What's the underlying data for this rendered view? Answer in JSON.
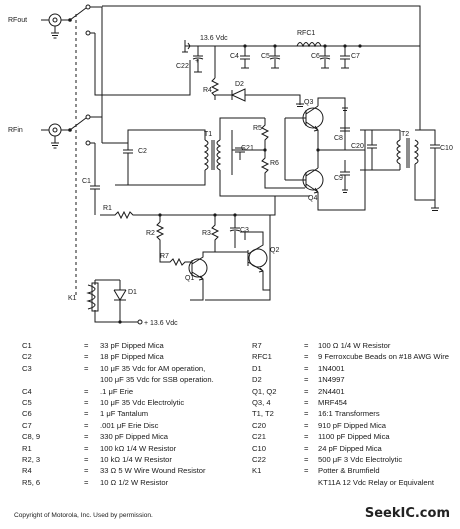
{
  "schematic": {
    "labels": {
      "rf_out": "RFout",
      "rf_in": "RFin",
      "supply_top": "13.6 Vdc",
      "supply_relay": "+ 13.6 Vdc",
      "rfc1": "RFC1",
      "c1": "C1",
      "c2": "C2",
      "c3": "C3",
      "c4": "C4",
      "c5": "C5",
      "c6": "C6",
      "c7": "C7",
      "c8": "C8",
      "c9": "C9",
      "c10": "C10",
      "c20": "C20",
      "c21": "C21",
      "c22": "C22",
      "r1": "R1",
      "r2": "R2",
      "r3": "R3",
      "r4": "R4",
      "r5": "R5",
      "r6": "R6",
      "r7": "R7",
      "d1": "D1",
      "d2": "D2",
      "q1": "Q1",
      "q2": "Q2",
      "q3": "Q3",
      "q4": "Q4",
      "t1": "T1",
      "t2": "T2",
      "k1": "K1",
      "plus": "+"
    }
  },
  "parts_list": {
    "left": [
      {
        "ref": "C1",
        "desc": "33 pF Dipped Mica"
      },
      {
        "ref": "C2",
        "desc": "18 pF Dipped Mica"
      },
      {
        "ref": "C3",
        "desc": "10 μF 35 Vdc for AM operation,",
        "cont": "100 μF 35 Vdc for SSB operation."
      },
      {
        "ref": "C4",
        "desc": ".1 μF Erie"
      },
      {
        "ref": "C5",
        "desc": "10 μF 35 Vdc Electrolytic"
      },
      {
        "ref": "C6",
        "desc": "1 μF Tantalum"
      },
      {
        "ref": "C7",
        "desc": ".001 μF Erie Disc"
      },
      {
        "ref": "C8, 9",
        "desc": "330 pF Dipped Mica"
      },
      {
        "ref": "R1",
        "desc": "100 kΩ 1/4 W Resistor"
      },
      {
        "ref": "R2, 3",
        "desc": "10 kΩ 1/4 W Resistor"
      },
      {
        "ref": "R4",
        "desc": "33 Ω 5 W Wire Wound Resistor"
      },
      {
        "ref": "R5, 6",
        "desc": "10 Ω 1/2 W Resistor"
      }
    ],
    "right": [
      {
        "ref": "R7",
        "desc": "100 Ω 1/4 W Resistor"
      },
      {
        "ref": "RFC1",
        "desc": "9 Ferroxcube Beads on #18 AWG Wire"
      },
      {
        "ref": "D1",
        "desc": "1N4001"
      },
      {
        "ref": "D2",
        "desc": "1N4997"
      },
      {
        "ref": "Q1, Q2",
        "desc": "2N4401"
      },
      {
        "ref": "Q3, 4",
        "desc": "MRF454"
      },
      {
        "ref": "T1, T2",
        "desc": "16:1 Transformers"
      },
      {
        "ref": "C20",
        "desc": "910 pF Dipped Mica"
      },
      {
        "ref": "C21",
        "desc": "1100 pF Dipped Mica"
      },
      {
        "ref": "C10",
        "desc": "24 pF Dipped Mica"
      },
      {
        "ref": "C22",
        "desc": "500 μF 3 Vdc Electrolytic"
      },
      {
        "ref": "K1",
        "desc": "Potter & Brumfield",
        "cont": "KT11A 12 Vdc Relay or Equivalent"
      }
    ],
    "equals": "="
  },
  "footer": {
    "copyright": "Copyright of Motorola, Inc. Used by permission.",
    "watermark": "SeekIC.com"
  }
}
